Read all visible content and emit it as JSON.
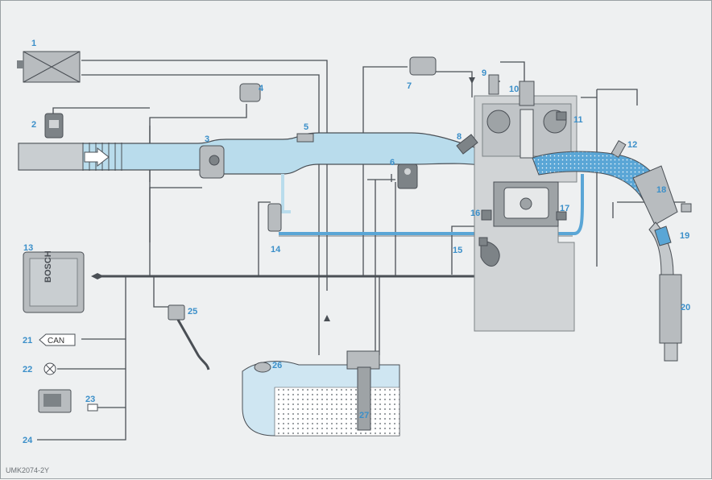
{
  "colors": {
    "background": "#eef0f1",
    "line": "#4a4f55",
    "component_gray": "#b8bcbf",
    "component_dark": "#7d8387",
    "intake_blue": "#b9dcec",
    "exhaust_blue": "#5aa6d6",
    "label_blue": "#3b8fc9",
    "fuel_blue": "#cfe6f2"
  },
  "labels": [
    {
      "id": "1",
      "text": "1"
    },
    {
      "id": "2",
      "text": "2"
    },
    {
      "id": "3",
      "text": "3"
    },
    {
      "id": "4",
      "text": "4"
    },
    {
      "id": "5",
      "text": "5"
    },
    {
      "id": "6",
      "text": "6"
    },
    {
      "id": "7",
      "text": "7"
    },
    {
      "id": "8",
      "text": "8"
    },
    {
      "id": "9",
      "text": "9"
    },
    {
      "id": "10",
      "text": "10"
    },
    {
      "id": "11",
      "text": "11"
    },
    {
      "id": "12",
      "text": "12"
    },
    {
      "id": "13",
      "text": "13"
    },
    {
      "id": "14",
      "text": "14"
    },
    {
      "id": "15",
      "text": "15"
    },
    {
      "id": "16",
      "text": "16"
    },
    {
      "id": "17",
      "text": "17"
    },
    {
      "id": "18",
      "text": "18"
    },
    {
      "id": "19",
      "text": "19"
    },
    {
      "id": "20",
      "text": "20"
    },
    {
      "id": "21",
      "text": "21"
    },
    {
      "id": "22",
      "text": "22"
    },
    {
      "id": "23",
      "text": "23"
    },
    {
      "id": "24",
      "text": "24"
    },
    {
      "id": "25",
      "text": "25"
    },
    {
      "id": "26",
      "text": "26"
    },
    {
      "id": "27",
      "text": "27"
    }
  ],
  "can_label": "CAN",
  "ecu_brand": "BOSCH",
  "figure_code": "UMK2074-2Y"
}
